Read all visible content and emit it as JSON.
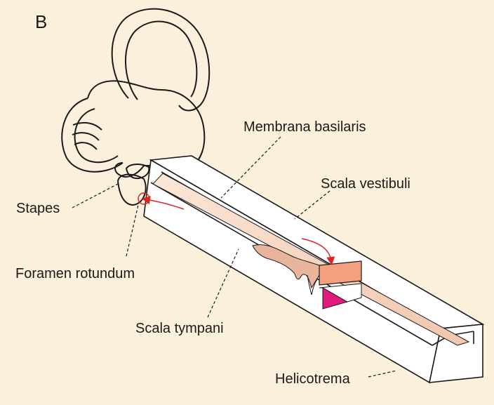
{
  "figure": {
    "panel_label": "B",
    "background": "#fbf0dc"
  },
  "labels": {
    "membrana_basilaris": "Membrana basilaris",
    "scala_vestibuli": "Scala vestibuli",
    "stapes": "Stapes",
    "foramen_rotundum": "Foramen rotundum",
    "scala_tympani": "Scala tympani",
    "helicotrema": "Helicotrema"
  },
  "colors": {
    "outline": "#1a1a1a",
    "duct_face": "#ffffff",
    "basilar_membrane": "#f6d9c6",
    "wave": "#e8b59c",
    "vestibuli_face": "#f3a07f",
    "tympani_face": "#e0197c",
    "arrow": "#e02424"
  }
}
